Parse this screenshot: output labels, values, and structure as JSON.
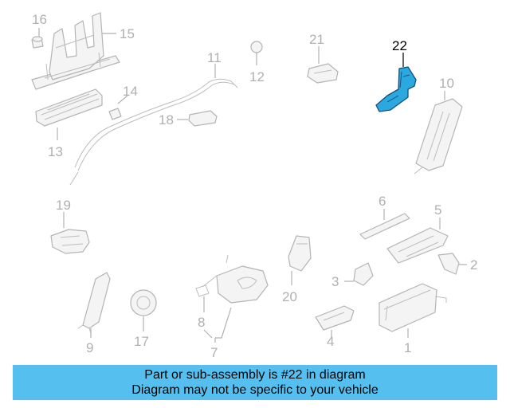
{
  "callouts": {
    "c1": "1",
    "c2": "2",
    "c3": "3",
    "c4": "4",
    "c5": "5",
    "c6": "6",
    "c7": "7",
    "c8": "8",
    "c9": "9",
    "c10": "10",
    "c11": "11",
    "c12": "12",
    "c13": "13",
    "c14": "14",
    "c15": "15",
    "c16": "16",
    "c17": "17",
    "c18": "18",
    "c19": "19",
    "c20": "20",
    "c21": "21",
    "c22": "22"
  },
  "highlighted_part": "22",
  "colors": {
    "highlight_fill": "#29a9e0",
    "highlight_stroke": "#1b4f7a",
    "banner_background": "#55c0ef",
    "line_art": "#b4b4b4"
  },
  "banner": {
    "line1": "Part or sub-assembly is #22 in diagram",
    "line2": "Diagram may not be specific to your vehicle"
  }
}
